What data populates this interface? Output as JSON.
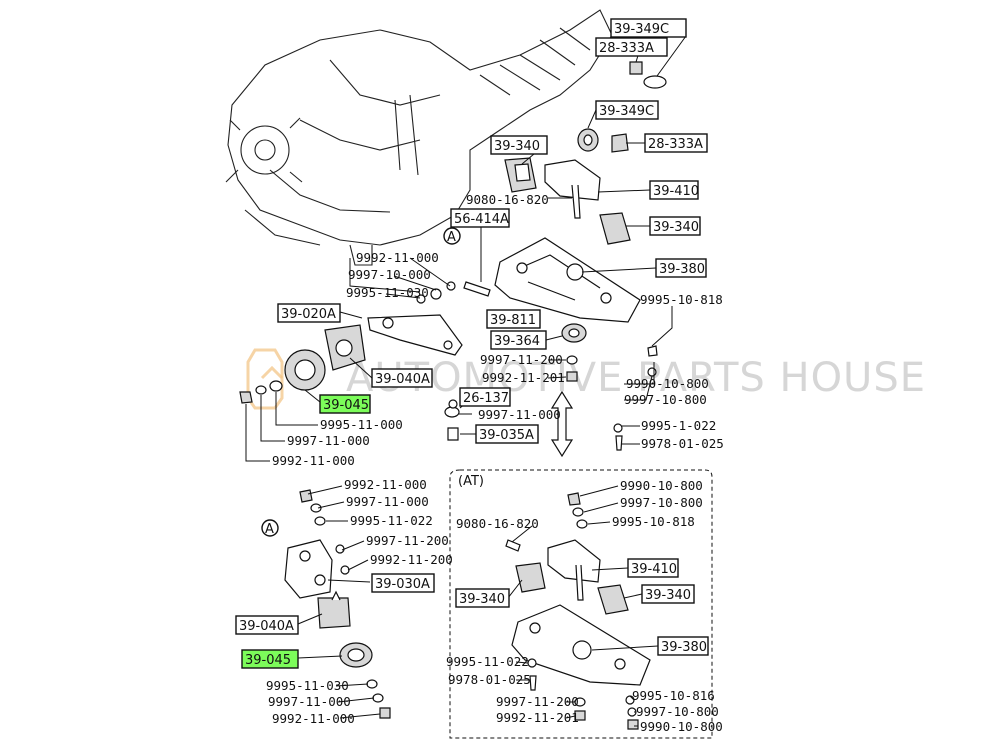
{
  "watermark": "AUTOMOTIVE PARTS HOUSE",
  "callout_letter": "A",
  "section_at": "(AT)",
  "labels": {
    "c39_349c_top": "39-349C",
    "c28_333a_top": "28-333A",
    "c39_349c_mid": "39-349C",
    "c28_333a_mid": "28-333A",
    "c39_340_a": "39-340",
    "c9080_16_820_a": "9080-16-820",
    "c39_410_a": "39-410",
    "c39_340_b": "39-340",
    "c56_414a": "56-414A",
    "c39_380_a": "39-380",
    "c9992_11_000_a": "9992-11-000",
    "c9997_10_000": "9997-10-000",
    "c9995_11_030_a": "9995-11-030",
    "c39_020a": "39-020A",
    "c39_811": "39-811",
    "c9995_10_818_a": "9995-10-818",
    "c39_364": "39-364",
    "c9997_11_200_a": "9997-11-200",
    "c9992_11_201_a": "9992-11-201",
    "c39_040a_a": "39-040A",
    "c9990_10_800_a": "9990-10-800",
    "c39_045_a": "39-045",
    "c26_137": "26-137",
    "c9997_10_800_a": "9997-10-800",
    "c9997_11_000_b": "9997-11-000",
    "c9995_11_000": "9995-11-000",
    "c39_035a": "39-035A",
    "c9995_1_022": "9995-1-022",
    "c9997_11_000_c": "9997-11-000",
    "c9978_01_025_a": "9978-01-025",
    "c9992_11_000_b": "9992-11-000",
    "c9992_11_000_c": "9992-11-000",
    "c9997_11_000_d": "9997-11-000",
    "c9995_11_022_a": "9995-11-022",
    "c9997_11_200_b": "9997-11-200",
    "c9992_11_200": "9992-11-200",
    "c39_030a": "39-030A",
    "c39_040a_b": "39-040A",
    "c39_045_b": "39-045",
    "c9995_11_030_b": "9995-11-030",
    "c9997_11_000_e": "9997-11-000",
    "c9992_11_000_d": "9992-11-000",
    "c9990_10_800_b": "9990-10-800",
    "c9997_10_800_b": "9997-10-800",
    "c9995_10_818_b": "9995-10-818",
    "c9080_16_820_b": "9080-16-820",
    "c39_410_b": "39-410",
    "c39_340_c": "39-340",
    "c39_340_d": "39-340",
    "c39_380_b": "39-380",
    "c9995_11_022_b": "9995-11-022",
    "c9978_01_025_b": "9978-01-025",
    "c9995_10_816": "9995-10-816",
    "c9997_10_800_c": "9997-10-800",
    "c9997_11_200_c": "9997-11-200",
    "c9990_10_800_c": "9990-10-800",
    "c9992_11_201_b": "9992-11-201"
  },
  "colors": {
    "highlight": "#7CFC5A",
    "line": "#111111",
    "watermark": "#c9c9c9"
  }
}
